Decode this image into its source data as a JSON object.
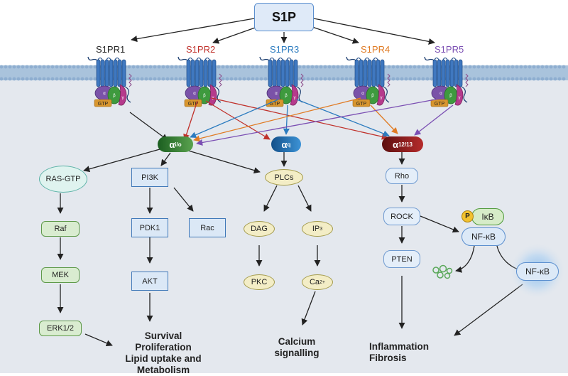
{
  "ligand": "S1P",
  "receptors": [
    {
      "label": "S1PR1",
      "color": "#222222"
    },
    {
      "label": "S1PR2",
      "color": "#c0312b"
    },
    {
      "label": "S1PR3",
      "color": "#2b7bbf"
    },
    {
      "label": "S1PR4",
      "color": "#e07b24"
    },
    {
      "label": "S1PR5",
      "color": "#7b4fb3"
    }
  ],
  "gtp_label": "GTP",
  "g_subunits": {
    "alpha": "α",
    "beta": "β",
    "gamma": "γ"
  },
  "g_alpha_nodes": {
    "io": {
      "base": "α",
      "sub": "i/o",
      "color": "#2e7d32"
    },
    "q": {
      "base": "α",
      "sub": "q",
      "color": "#1f78b4"
    },
    "g1213": {
      "base": "α",
      "sub": "12/13",
      "color": "#8e1b1b"
    }
  },
  "nodes": {
    "ras_gtp": "RAS-GTP",
    "raf": "Raf",
    "mek": "MEK",
    "erk": "ERK1/2",
    "pi3k": "PI3K",
    "pdk1": "PDK1",
    "rac": "Rac",
    "akt": "AKT",
    "plcs": "PLCs",
    "dag": "DAG",
    "ip3_base": "IP",
    "ip3_sub": "3",
    "pkc": "PKC",
    "ca_base": "Ca",
    "ca_sup": "2+",
    "rho": "Rho",
    "rock": "ROCK",
    "pten": "PTEN",
    "phospho": "P",
    "ikb": "IκB",
    "nfkb": "NF-κB",
    "nfkb_nuclear": "NF-κB"
  },
  "outcomes": {
    "survival": [
      "Survival",
      "Proliferation",
      "Lipid uptake and Metabolism"
    ],
    "calcium": [
      "Calcium",
      "signalling"
    ],
    "inflammation": [
      "Inflammation",
      "Fibrosis"
    ]
  },
  "colors": {
    "membrane": "#a9c3dc",
    "cytoplasm": "#e4e8ee",
    "receptor": "#3f78c0",
    "g_alpha": "#7a52a8",
    "g_beta": "#3e9a3e",
    "g_gamma": "#b53a8c",
    "gtp": "#d8962f",
    "io_arrow": "#2e7d32",
    "black_arrow": "#222222"
  }
}
